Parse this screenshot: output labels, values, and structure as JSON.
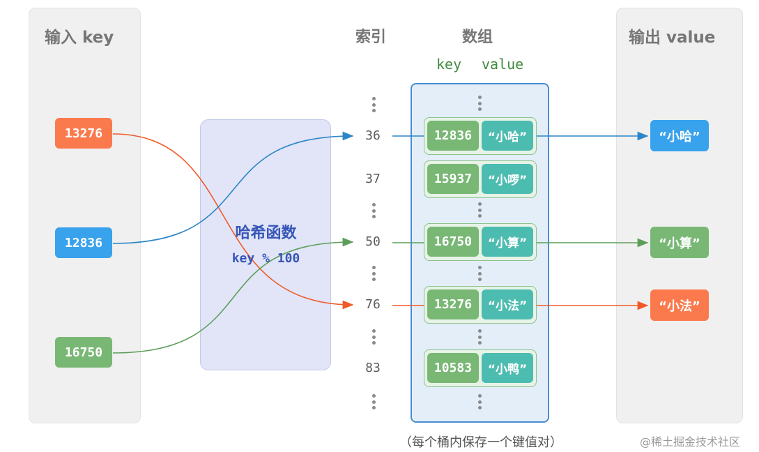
{
  "headers": {
    "input_key": "输入 key",
    "index": "索引",
    "array": "数组",
    "output_value": "输出 value",
    "col_key": "key",
    "col_value": "value"
  },
  "inputs": [
    {
      "key": "13276",
      "color": "#fb7a4d"
    },
    {
      "key": "12836",
      "color": "#39a2ec"
    },
    {
      "key": "16750",
      "color": "#78b774"
    }
  ],
  "hash_function": {
    "title": "哈希函数",
    "expression": "key % 100"
  },
  "indices": {
    "i36": "36",
    "i37": "37",
    "i50": "50",
    "i76": "76",
    "i83": "83"
  },
  "buckets": [
    {
      "key": "12836",
      "value": "“小哈”"
    },
    {
      "key": "15937",
      "value": "“小啰”"
    },
    {
      "key": "16750",
      "value": "“小算”"
    },
    {
      "key": "13276",
      "value": "“小法”"
    },
    {
      "key": "10583",
      "value": "“小鸭”"
    }
  ],
  "outputs": [
    {
      "value": "“小哈”",
      "color": "#39a2ec"
    },
    {
      "value": "“小算”",
      "color": "#78b774"
    },
    {
      "value": "“小法”",
      "color": "#fb7a4d"
    }
  ],
  "caption": "（每个桶内保存一个键值对）",
  "watermark": "@稀土掘金技术社区"
}
